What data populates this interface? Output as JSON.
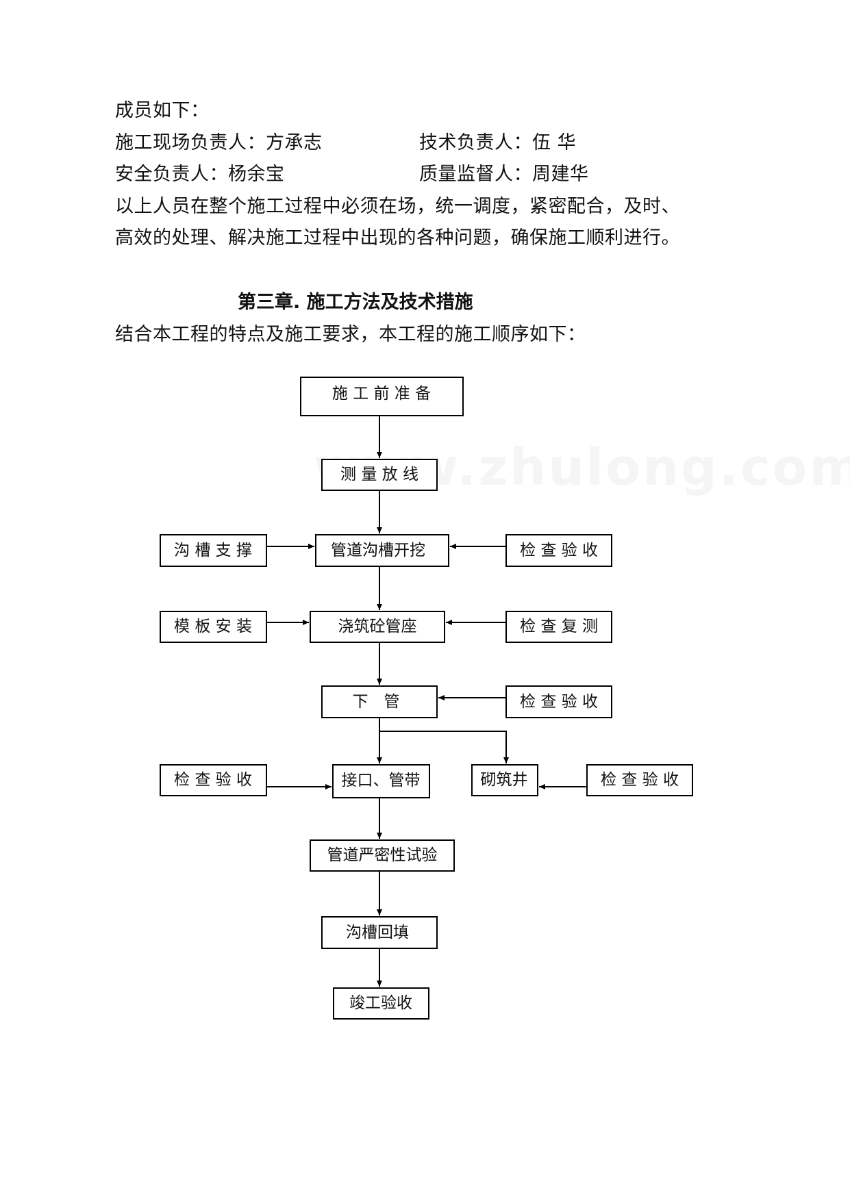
{
  "text": {
    "members_intro": "成员如下：",
    "site_manager": "施工现场负责人：方承志",
    "tech_manager": "技术负责人：伍 华",
    "safety_manager": "安全负责人：杨余宝",
    "quality_supervisor": "质量监督人：周建华",
    "para_line1": "以上人员在整个施工过程中必须在场，统一调度，紧密配合，及时、",
    "para_line2": "高效的处理、解决施工过程中出现的各种问题，确保施工顺利进行。",
    "chapter_title": "第三章. 施工方法及技术措施",
    "intro": "结合本工程的特点及施工要求，本工程的施工顺序如下："
  },
  "watermark": "www.zhulong.com",
  "flowchart": {
    "steps": {
      "prep": "施 工 前 准 备",
      "survey": "测 量 放 线",
      "trench_excavation": "管道沟槽开挖",
      "pour_base": "浇筑砼管座",
      "lower_pipe": "下　管",
      "joint_band": "接口、管带",
      "masonry_well": "砌筑井",
      "tightness_test": "管道严密性试验",
      "backfill": "沟槽回填",
      "completion": "竣工验收"
    },
    "side_inputs": {
      "trench_support": "沟 槽 支 撑",
      "inspect_accept_1": "检 查 验 收",
      "formwork": "模 板 安 装",
      "inspect_resurvey": "检 查 复 测",
      "inspect_accept_2": "检 查 验 收",
      "inspect_accept_3": "检 查 验 收",
      "inspect_accept_4": "检 查 验 收"
    }
  }
}
